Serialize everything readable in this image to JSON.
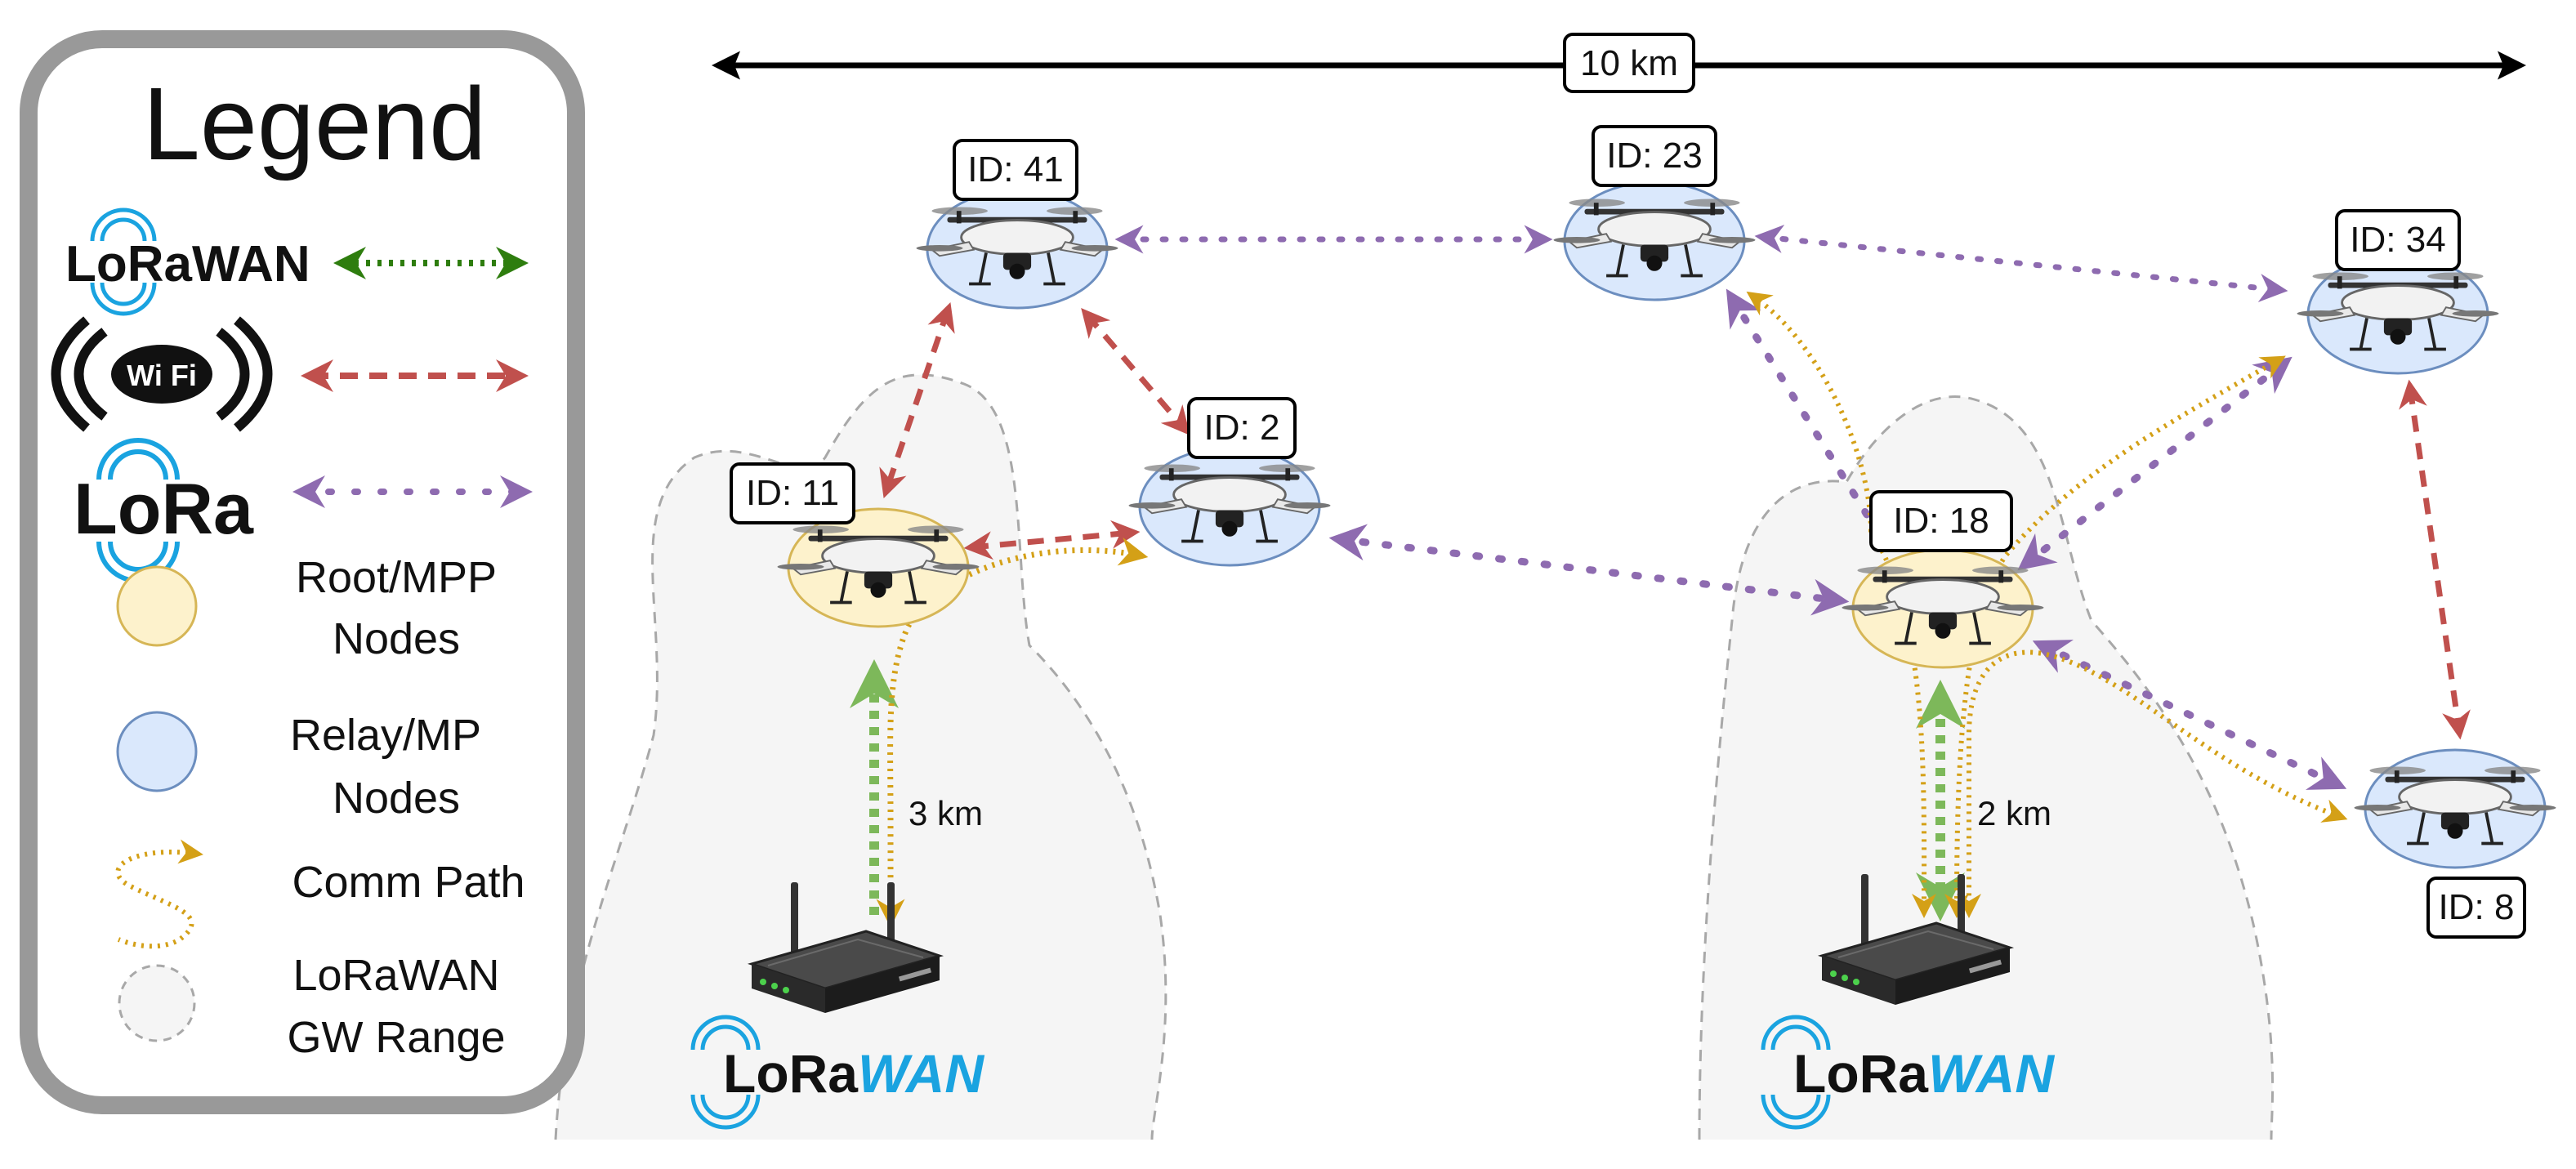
{
  "legend": {
    "title": "Legend",
    "lorawan_brand": "LoRaWAN",
    "wifi_brand": "Wi Fi",
    "lora_brand": "LoRa",
    "root_label_1": "Root/MPP",
    "root_label_2": "Nodes",
    "relay_label_1": "Relay/MP",
    "relay_label_2": "Nodes",
    "path_label": "Comm Path",
    "range_label_1": "LoRaWAN",
    "range_label_2": "GW Range"
  },
  "colors": {
    "lorawan_link": "#2e7d0e",
    "wifi_link": "#c0504d",
    "lora_link": "#8e6bb0",
    "comm_path": "#d4a017",
    "root_fill": "#fdf2cc",
    "root_stroke": "#d6b656",
    "relay_fill": "#dae8fc",
    "relay_stroke": "#6c8ebf",
    "range_fill": "#f5f5f5",
    "range_stroke": "#999999",
    "lora_blue": "#1aa3e0"
  },
  "scale_label": "10 km",
  "nodes": [
    {
      "id_label": "ID: 41",
      "role": "relay"
    },
    {
      "id_label": "ID: 23",
      "role": "relay"
    },
    {
      "id_label": "ID: 34",
      "role": "relay"
    },
    {
      "id_label": "ID: 2",
      "role": "relay"
    },
    {
      "id_label": "ID: 11",
      "role": "root"
    },
    {
      "id_label": "ID: 18",
      "role": "root"
    },
    {
      "id_label": "ID: 8",
      "role": "relay"
    }
  ],
  "gateways": [
    {
      "brand": "LoRaWAN",
      "distance_label": "3 km"
    },
    {
      "brand": "LoRaWAN",
      "distance_label": "2 km"
    }
  ]
}
